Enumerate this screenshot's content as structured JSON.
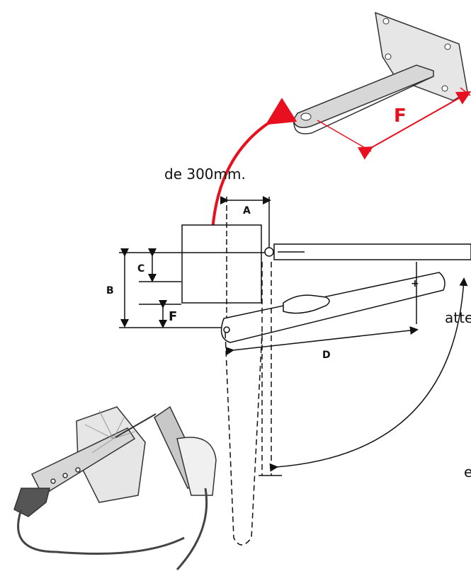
{
  "text_fragments": [
    "de 300mm.",
    "atte",
    "e"
  ],
  "bracket": {
    "dimension_label": "F",
    "label_color": "#e8101f"
  },
  "dimensions": {
    "A": "A",
    "B": "B",
    "C": "C",
    "D": "D",
    "F": "F"
  },
  "colors": {
    "arrow": "#e8101f",
    "line": "#111111",
    "bracket_fill": "#d7d7d7",
    "plate_fill": "#e6e6e6"
  }
}
